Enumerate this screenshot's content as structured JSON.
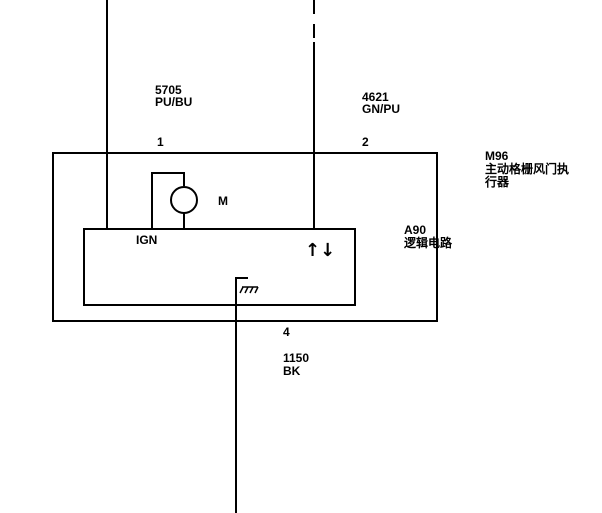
{
  "wires": {
    "left": {
      "circuit": "5705",
      "color": "PU/BU",
      "pin": "1"
    },
    "right": {
      "circuit": "4621",
      "color": "GN/PU",
      "pin": "2"
    },
    "bottom": {
      "circuit": "1150",
      "color": "BK",
      "pin": "4"
    }
  },
  "component": {
    "id": "M96",
    "name_line1": "主动格栅风门执",
    "name_line2": "行器"
  },
  "module": {
    "id": "A90",
    "name": "逻辑电路"
  },
  "motor_label": "M",
  "ign_label": "IGN",
  "data_symbol": "↑↓"
}
